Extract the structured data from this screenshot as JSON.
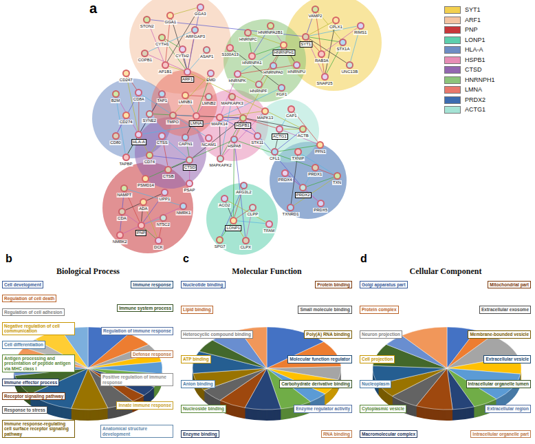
{
  "diagram": {
    "nodes": [
      {
        "text": [
          "CYTH2"
        ]
      },
      {
        "text": [
          "CYTH1"
        ]
      },
      {
        "text": [
          "ARFGAP3"
        ]
      },
      {
        "text": [
          "AP1B1"
        ]
      },
      {
        "text": [
          "GGA1"
        ]
      },
      {
        "text": [
          "ASAP1"
        ]
      },
      {
        "text": [
          "COPB1"
        ]
      },
      {
        "text": [
          "GGA3"
        ]
      },
      {
        "text": [
          "ARF1"
        ]
      },
      {
        "text": [
          "STON2"
        ]
      },
      {
        "text": [
          "STX1A"
        ]
      },
      {
        "text": [
          "RAB3A"
        ]
      },
      {
        "text": [
          "CPLX1"
        ]
      },
      {
        "text": [
          "UNC13B"
        ]
      },
      {
        "text": [
          "SYT1"
        ]
      },
      {
        "text": [
          "RIMS1"
        ]
      },
      {
        "text": [
          "SNAP25"
        ]
      },
      {
        "text": [
          "VAMP2"
        ]
      },
      {
        "text": [
          "HNRNPA0"
        ]
      },
      {
        "text": [
          "HNRNPA1"
        ]
      },
      {
        "text": [
          "HNRNPH1"
        ]
      },
      {
        "text": [
          "HNRNPF"
        ]
      },
      {
        "text": [
          "HNRNPC"
        ]
      },
      {
        "text": [
          "HNRNPU"
        ]
      },
      {
        "text": [
          "HNRNPK"
        ]
      },
      {
        "text": [
          "HNRNPA2B1"
        ]
      },
      {
        "text": [
          "FGF1"
        ]
      },
      {
        "text": [
          "S100A13"
        ]
      },
      {
        "text": [
          "CD274"
        ]
      },
      {
        "text": [
          "SYNE2"
        ]
      },
      {
        "text": [
          "CD80"
        ]
      },
      {
        "text": [
          "CD8A"
        ]
      },
      {
        "text": [
          "HLA-A"
        ]
      },
      {
        "text": [
          "B2M"
        ]
      },
      {
        "text": [
          "TAP1"
        ]
      },
      {
        "text": [
          "TAPBP"
        ]
      },
      {
        "text": [
          "CD247"
        ]
      },
      {
        "text": [
          "CTSD"
        ]
      },
      {
        "text": [
          "CTSB"
        ]
      },
      {
        "text": [
          "CTSS"
        ]
      },
      {
        "text": [
          "PSAP"
        ]
      },
      {
        "text": [
          "CD74"
        ]
      },
      {
        "text": [
          "CAPN1"
        ]
      },
      {
        "text": [
          "LMNA"
        ]
      },
      {
        "text": [
          "LMNB1"
        ]
      },
      {
        "text": [
          "LMNB2"
        ]
      },
      {
        "text": [
          "TMPO"
        ]
      },
      {
        "text": [
          "EMD"
        ]
      },
      {
        "text": [
          "NCAM1"
        ]
      },
      {
        "text": [
          "HSPB1"
        ]
      },
      {
        "text": [
          "HSPA8"
        ]
      },
      {
        "text": [
          "MAPK14"
        ]
      },
      {
        "text": [
          "MAPK13"
        ]
      },
      {
        "text": [
          "MAPKAPK2"
        ]
      },
      {
        "text": [
          "MAPKAPK3"
        ]
      },
      {
        "text": [
          "STK11"
        ]
      },
      {
        "text": [
          "ACTG1"
        ]
      },
      {
        "text": [
          "ACTB"
        ]
      },
      {
        "text": [
          "CFL1"
        ]
      },
      {
        "text": [
          "CAP1"
        ]
      },
      {
        "text": [
          "PFN1"
        ]
      },
      {
        "text": [
          "PRDX2"
        ]
      },
      {
        "text": [
          "PRDX1"
        ]
      },
      {
        "text": [
          "PRDX5"
        ]
      },
      {
        "text": [
          "PRDX4"
        ]
      },
      {
        "text": [
          "TXN"
        ]
      },
      {
        "text": [
          "TXNRD1"
        ]
      },
      {
        "text": [
          "TXNIP"
        ]
      },
      {
        "text": [
          "LONP1"
        ]
      },
      {
        "text": [
          "CLPP"
        ]
      },
      {
        "text": [
          "CLPX"
        ]
      },
      {
        "text": [
          "ACO2"
        ]
      },
      {
        "text": [
          "TFAM"
        ]
      },
      {
        "text": [
          "SPG7"
        ]
      },
      {
        "text": [
          "AFG3L2"
        ]
      },
      {
        "text": [
          "PNP"
        ]
      },
      {
        "text": [
          "ADA"
        ]
      },
      {
        "text": [
          "NT5C2"
        ]
      },
      {
        "text": [
          "CDA"
        ]
      },
      {
        "text": [
          "UPP1"
        ]
      },
      {
        "text": [
          "DCK"
        ]
      },
      {
        "text": [
          "NAMPT"
        ]
      },
      {
        "text": [
          "NMRK1"
        ]
      },
      {
        "text": [
          "NMRK2"
        ]
      },
      {
        "text": [
          "PSMD14"
        ]
      }
    ],
    "edges": [
      {
        "from": 8,
        "to": 0,
        "arrow": "none"
      },
      {
        "from": 8,
        "to": 1,
        "arrow": "none"
      },
      {
        "from": 8,
        "to": 2,
        "arrow": "none"
      },
      {
        "from": 8,
        "to": 3,
        "arrow": "none"
      },
      {
        "from": 8,
        "to": 4,
        "arrow": "none"
      },
      {
        "from": 8,
        "to": 5,
        "arrow": "none"
      },
      {
        "from": 8,
        "to": 6,
        "arrow": "none"
      },
      {
        "from": 8,
        "to": 7,
        "arrow": "none"
      },
      {
        "from": 0,
        "to": 1,
        "arrow": "none"
      },
      {
        "from": 3,
        "to": 4,
        "arrow": "none"
      },
      {
        "from": 4,
        "to": 7,
        "arrow": "none"
      },
      {
        "from": 3,
        "to": 7,
        "arrow": "none"
      },
      {
        "from": 2,
        "to": 6,
        "arrow": "none"
      },
      {
        "from": 9,
        "to": 3,
        "arrow": "none"
      },
      {
        "from": 9,
        "to": 14,
        "arrow": "none"
      },
      {
        "from": 14,
        "to": 10,
        "arrow": "none"
      },
      {
        "from": 14,
        "to": 11,
        "arrow": "none"
      },
      {
        "from": 14,
        "to": 12,
        "arrow": "none"
      },
      {
        "from": 14,
        "to": 13,
        "arrow": "none"
      },
      {
        "from": 14,
        "to": 15,
        "arrow": "none"
      },
      {
        "from": 14,
        "to": 16,
        "arrow": "none"
      },
      {
        "from": 14,
        "to": 17,
        "arrow": "none"
      },
      {
        "from": 10,
        "to": 16,
        "arrow": "none"
      },
      {
        "from": 16,
        "to": 17,
        "arrow": "none"
      },
      {
        "from": 10,
        "to": 17,
        "arrow": "none"
      },
      {
        "from": 12,
        "to": 16,
        "arrow": "none"
      },
      {
        "from": 13,
        "to": 15,
        "arrow": "none"
      },
      {
        "from": 11,
        "to": 15,
        "arrow": "none"
      },
      {
        "from": 20,
        "to": 18,
        "arrow": "none"
      },
      {
        "from": 20,
        "to": 19,
        "arrow": "none"
      },
      {
        "from": 20,
        "to": 21,
        "arrow": "none"
      },
      {
        "from": 20,
        "to": 22,
        "arrow": "none"
      },
      {
        "from": 20,
        "to": 23,
        "arrow": "none"
      },
      {
        "from": 20,
        "to": 24,
        "arrow": "none"
      },
      {
        "from": 20,
        "to": 25,
        "arrow": "none"
      },
      {
        "from": 19,
        "to": 25,
        "arrow": "none"
      },
      {
        "from": 19,
        "to": 22,
        "arrow": "none"
      },
      {
        "from": 23,
        "to": 24,
        "arrow": "none"
      },
      {
        "from": 21,
        "to": 24,
        "arrow": "none"
      },
      {
        "from": 26,
        "to": 27,
        "arrow": "none"
      },
      {
        "from": 26,
        "to": 51,
        "arrow": "none"
      },
      {
        "from": 32,
        "to": 33,
        "arrow": "none"
      },
      {
        "from": 32,
        "to": 34,
        "arrow": "none"
      },
      {
        "from": 32,
        "to": 35,
        "arrow": "none"
      },
      {
        "from": 32,
        "to": 31,
        "arrow": "none"
      },
      {
        "from": 32,
        "to": 36,
        "arrow": "none"
      },
      {
        "from": 34,
        "to": 35,
        "arrow": "none"
      },
      {
        "from": 33,
        "to": 35,
        "arrow": "none"
      },
      {
        "from": 28,
        "to": 30,
        "arrow": "none"
      },
      {
        "from": 30,
        "to": 31,
        "arrow": "none"
      },
      {
        "from": 29,
        "to": 43,
        "arrow": "none"
      },
      {
        "from": 31,
        "to": 36,
        "arrow": "none"
      },
      {
        "from": 32,
        "to": 41,
        "arrow": "none"
      },
      {
        "from": 37,
        "to": 38,
        "arrow": "none"
      },
      {
        "from": 37,
        "to": 39,
        "arrow": "none"
      },
      {
        "from": 37,
        "to": 40,
        "arrow": "none"
      },
      {
        "from": 37,
        "to": 41,
        "arrow": "none"
      },
      {
        "from": 37,
        "to": 42,
        "arrow": "none"
      },
      {
        "from": 38,
        "to": 39,
        "arrow": "none"
      },
      {
        "from": 39,
        "to": 41,
        "arrow": "none"
      },
      {
        "from": 37,
        "to": 49,
        "arrow": "none"
      },
      {
        "from": 43,
        "to": 44,
        "arrow": "none"
      },
      {
        "from": 43,
        "to": 45,
        "arrow": "none"
      },
      {
        "from": 43,
        "to": 46,
        "arrow": "none"
      },
      {
        "from": 43,
        "to": 47,
        "arrow": "none"
      },
      {
        "from": 44,
        "to": 45,
        "arrow": "none"
      },
      {
        "from": 46,
        "to": 47,
        "arrow": "none"
      },
      {
        "from": 43,
        "to": 49,
        "arrow": "none"
      },
      {
        "from": 48,
        "to": 31,
        "arrow": "none"
      },
      {
        "from": 49,
        "to": 50,
        "arrow": "none"
      },
      {
        "from": 49,
        "to": 51,
        "arrow": "none"
      },
      {
        "from": 49,
        "to": 53,
        "arrow": "none"
      },
      {
        "from": 49,
        "to": 54,
        "arrow": "none"
      },
      {
        "from": 51,
        "to": 52,
        "arrow": "none"
      },
      {
        "from": 51,
        "to": 53,
        "arrow": "none"
      },
      {
        "from": 53,
        "to": 54,
        "arrow": "none"
      },
      {
        "from": 52,
        "to": 53,
        "arrow": "none"
      },
      {
        "from": 55,
        "to": 51,
        "arrow": "none"
      },
      {
        "from": 50,
        "to": 68,
        "arrow": "none"
      },
      {
        "from": 49,
        "to": 56,
        "arrow": "none"
      },
      {
        "from": 56,
        "to": 57,
        "arrow": "none"
      },
      {
        "from": 56,
        "to": 58,
        "arrow": "none"
      },
      {
        "from": 56,
        "to": 59,
        "arrow": "none"
      },
      {
        "from": 56,
        "to": 60,
        "arrow": "none"
      },
      {
        "from": 57,
        "to": 58,
        "arrow": "none"
      },
      {
        "from": 58,
        "to": 60,
        "arrow": "none"
      },
      {
        "from": 59,
        "to": 60,
        "arrow": "none"
      },
      {
        "from": 57,
        "to": 8,
        "arrow": "none"
      },
      {
        "from": 57,
        "to": 49,
        "arrow": "none"
      },
      {
        "from": 61,
        "to": 62,
        "arrow": "none"
      },
      {
        "from": 61,
        "to": 63,
        "arrow": "none"
      },
      {
        "from": 61,
        "to": 64,
        "arrow": "none"
      },
      {
        "from": 61,
        "to": 65,
        "arrow": "none"
      },
      {
        "from": 62,
        "to": 65,
        "arrow": "none"
      },
      {
        "from": 65,
        "to": 66,
        "arrow": "none"
      },
      {
        "from": 66,
        "to": 67,
        "arrow": "none"
      },
      {
        "from": 65,
        "to": 67,
        "arrow": "none"
      },
      {
        "from": 63,
        "to": 64,
        "arrow": "none"
      },
      {
        "from": 61,
        "to": 49,
        "arrow": "none"
      },
      {
        "from": 62,
        "to": 50,
        "arrow": "none"
      },
      {
        "from": 68,
        "to": 69,
        "arrow": "none"
      },
      {
        "from": 68,
        "to": 70,
        "arrow": "none"
      },
      {
        "from": 68,
        "to": 71,
        "arrow": "none"
      },
      {
        "from": 68,
        "to": 72,
        "arrow": "none"
      },
      {
        "from": 69,
        "to": 70,
        "arrow": "none"
      },
      {
        "from": 73,
        "to": 74,
        "arrow": "none"
      },
      {
        "from": 68,
        "to": 73,
        "arrow": "none"
      },
      {
        "from": 68,
        "to": 74,
        "arrow": "none"
      },
      {
        "from": 71,
        "to": 72,
        "arrow": "none"
      },
      {
        "from": 75,
        "to": 76,
        "arrow": "none"
      },
      {
        "from": 75,
        "to": 77,
        "arrow": "none"
      },
      {
        "from": 75,
        "to": 78,
        "arrow": "none"
      },
      {
        "from": 75,
        "to": 79,
        "arrow": "none"
      },
      {
        "from": 75,
        "to": 80,
        "arrow": "none"
      },
      {
        "from": 75,
        "to": 81,
        "arrow": "none"
      },
      {
        "from": 76,
        "to": 80,
        "arrow": "none"
      },
      {
        "from": 78,
        "to": 79,
        "arrow": "none"
      },
      {
        "from": 81,
        "to": 82,
        "arrow": "none"
      },
      {
        "from": 82,
        "to": 83,
        "arrow": "none"
      },
      {
        "from": 81,
        "to": 83,
        "arrow": "none"
      },
      {
        "from": 84,
        "to": 50,
        "arrow": "none"
      },
      {
        "from": 77,
        "to": 80,
        "arrow": "none"
      },
      {
        "from": 20,
        "to": 50,
        "arrow": "none"
      },
      {
        "from": 42,
        "to": 43,
        "arrow": "none"
      },
      {
        "from": 32,
        "to": 49,
        "arrow": "none"
      },
      {
        "from": 24,
        "to": 51,
        "arrow": "none"
      },
      {
        "from": 50,
        "to": 70,
        "arrow": "none"
      }
    ],
    "labels": [
      "a",
      "b",
      "c",
      "d",
      "Biological Process",
      "Cell development",
      "Regulation of cell death",
      "Regulation of cell adhesion",
      "Negative regulation of cell communication",
      "Cell differentiation",
      "Antigen processing and presentation of peptide antigen via MHC class I",
      "Immune effector process",
      "Receptor signaling pathway",
      "Response to stress",
      "Immune response-regulating cell surface receptor signaling pathway",
      "Immune response",
      "Immune system process",
      "Regulation of immune response",
      "Defense response",
      "Positive regulation of immune response",
      "Innate immune response",
      "Anatomical structure development",
      "Molecular Function",
      "Nucleotide binding",
      "Lipid binding",
      "Heterocyclic compound binding",
      "ATP binding",
      "Anion binding",
      "Nucleoside binding",
      "Enzyme binding",
      "Protein binding",
      "Small molecule binding",
      "Poly(A) RNA binding",
      "Molecular function regulator",
      "Carbohydrate derivative binding",
      "Enzyme regulator activity",
      "RNA binding",
      "Cellular Component",
      "Golgi apparatus part",
      "Protein complex",
      "Neuron projection",
      "Cell projection",
      "Nucleoplasm",
      "Cytoplasmic vesicle",
      "Macromolecular complex",
      "Mitochondrial part",
      "Extracellular exosome",
      "Membrane-bounded vesicle",
      "Extracellular vesicle",
      "Intracellular organelle lumen",
      "Extracellular region",
      "Intracellular organelle part"
    ],
    "legend": [
      {
        "text": "SYT1",
        "color": "#f3d04f"
      },
      {
        "text": "ARF1",
        "color": "#f4c3a2"
      },
      {
        "text": "PNP",
        "color": "#c8363a"
      },
      {
        "text": "LONP1",
        "color": "#5ccfad"
      },
      {
        "text": "HLA-A",
        "color": "#6d8dc4"
      },
      {
        "text": "HSPB1",
        "color": "#e78db6"
      },
      {
        "text": "CTSD",
        "color": "#9366b0"
      },
      {
        "text": "HNRNPH1",
        "color": "#8cc47a"
      },
      {
        "text": "LMNA",
        "color": "#e8776b"
      },
      {
        "text": "PRDX2",
        "color": "#3c6bb0"
      },
      {
        "text": "ACTG1",
        "color": "#a5e3d5"
      }
    ]
  }
}
